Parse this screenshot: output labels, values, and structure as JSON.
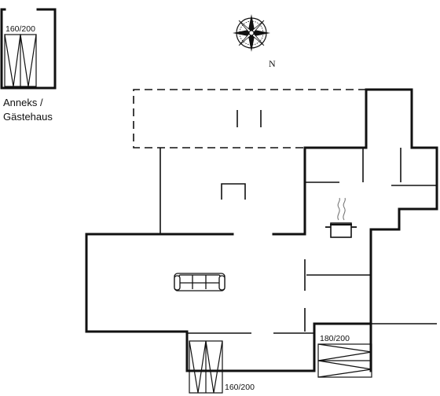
{
  "annex": {
    "bed_label": "160/200",
    "caption_line1": "Anneks /",
    "caption_line2": "Gästehaus"
  },
  "compass": {
    "north_label": "N",
    "icon": "compass-rose-icon"
  },
  "beds": {
    "bottom_double_bed_label": "160/200",
    "bottom_right_bed_label": "180/200"
  },
  "icons": {
    "sofa": "sofa-icon",
    "cooking_pot": "cooking-pot-icon",
    "fireplace": "fireplace-icon"
  },
  "colors": {
    "wall": "#111111",
    "background": "#ffffff"
  }
}
